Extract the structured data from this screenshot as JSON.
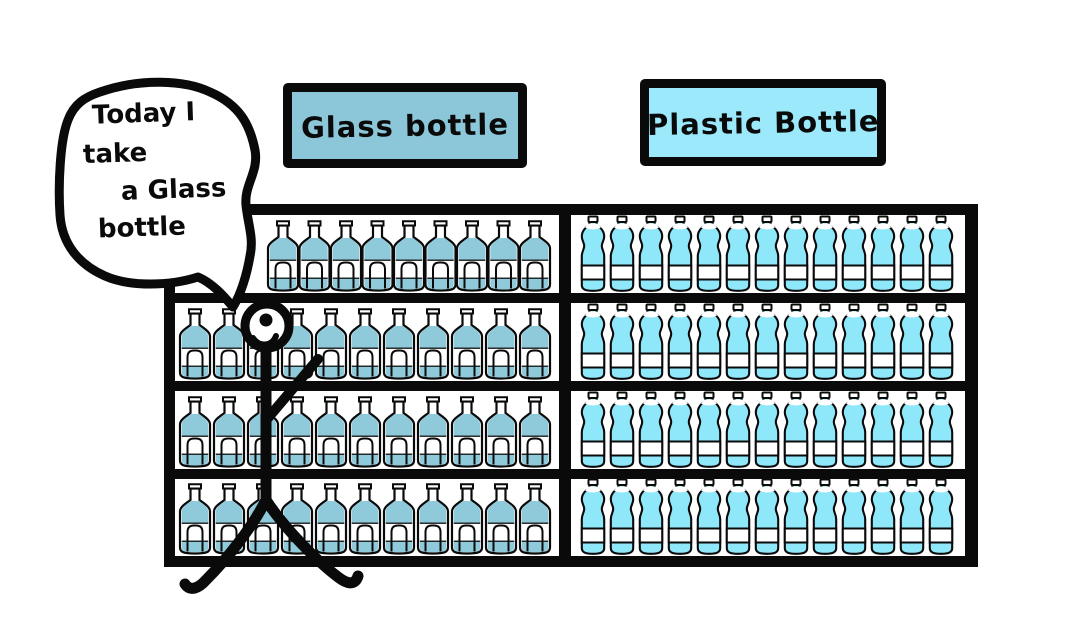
{
  "speech_bubble": {
    "lines": [
      "Today I",
      "take",
      "a Glass",
      "bottle"
    ]
  },
  "labels": {
    "glass": {
      "text": "Glass bottle",
      "bg": "#8bc7d9"
    },
    "plastic": {
      "text": "Plastic Bottle",
      "bg": "#9ce9fc"
    }
  },
  "shelf": {
    "rows": [
      {
        "glass_bottles": 9,
        "plastic_bottles": 13
      },
      {
        "glass_bottles": 11,
        "plastic_bottles": 13
      },
      {
        "glass_bottles": 11,
        "plastic_bottles": 13
      },
      {
        "glass_bottles": 11,
        "plastic_bottles": 13
      }
    ],
    "totals": {
      "glass": 42,
      "plastic": 52
    }
  },
  "colors": {
    "glass_bottle_fill": "#8fcadb",
    "plastic_bottle_fill": "#8fe7fa",
    "outline": "#0a0a0a",
    "background": "#ffffff"
  }
}
